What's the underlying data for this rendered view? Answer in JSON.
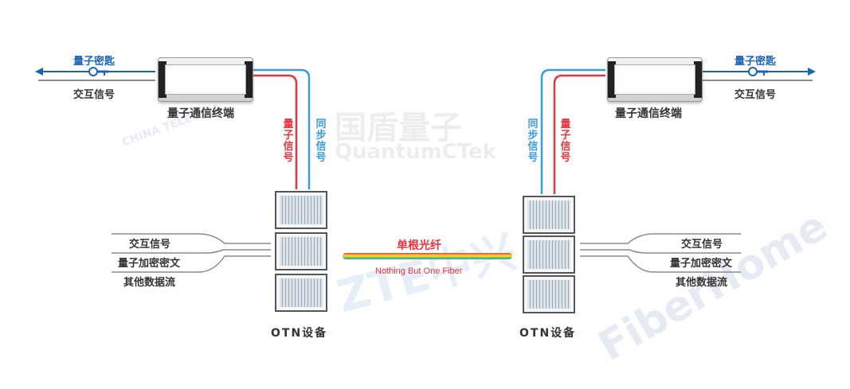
{
  "left": {
    "key_label": "量子密匙",
    "exchange_label": "交互信号",
    "terminal_label": "量子通信终端",
    "quantum_signal": "量子信号",
    "sync_signal": "同步信号",
    "otn_label": "OTN设备",
    "inputs": [
      "交互信号",
      "量子加密密文",
      "其他数据流"
    ]
  },
  "right": {
    "key_label": "量子密匙",
    "exchange_label": "交互信号",
    "terminal_label": "量子通信终端",
    "quantum_signal": "量子信号",
    "sync_signal": "同步信号",
    "otn_label": "OTN设备",
    "inputs": [
      "交互信号",
      "量子加密密文",
      "其他数据流"
    ]
  },
  "fiber": {
    "title": "单根光纤",
    "subtitle": "Nothing But One Fiber"
  },
  "watermarks": {
    "china_telecom": "CHINA TELECOM",
    "quantumctek_cn": "国盾量子",
    "quantumctek_en": "QuantumCTek",
    "zte": "ZTE中兴",
    "fiberhome": "FiberHome"
  },
  "colors": {
    "quantum_line": "#e8343c",
    "sync_line": "#3a9be0",
    "key_line": "#1a63b5",
    "input_line": "#8a8a8a"
  }
}
